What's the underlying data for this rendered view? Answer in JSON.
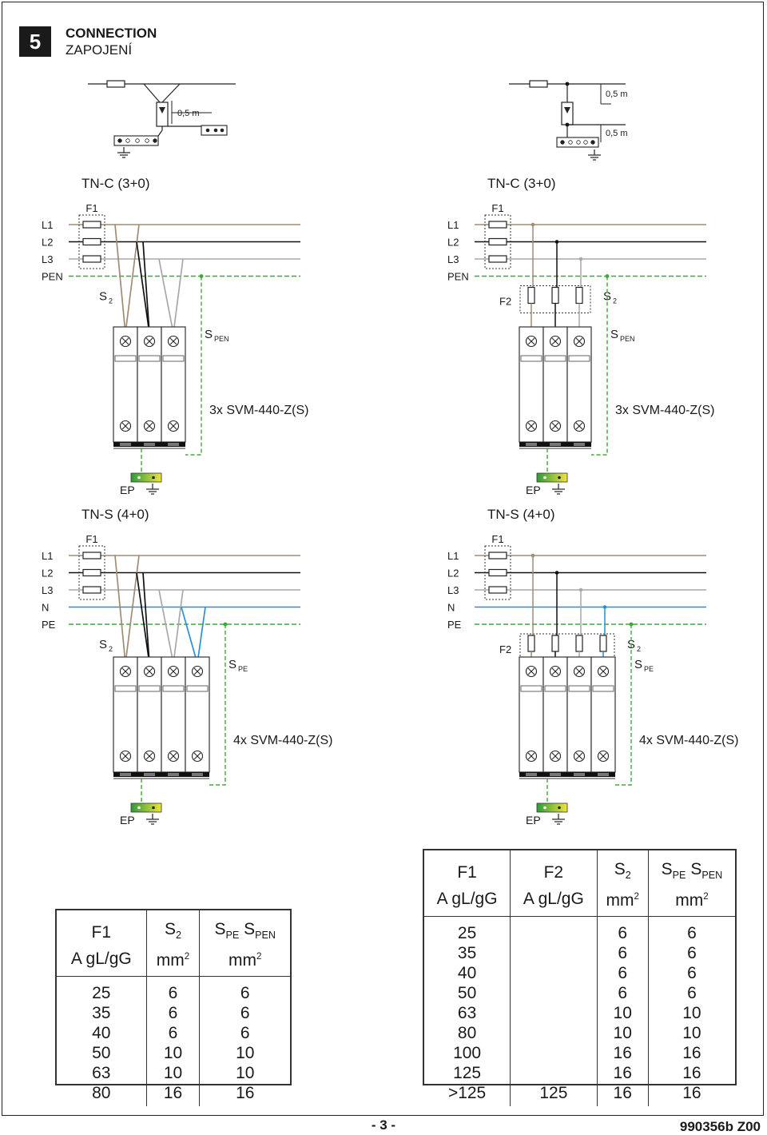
{
  "section": {
    "number": "5",
    "title_en": "CONNECTION",
    "title_cz": "ZAPOJENÍ"
  },
  "distance": "0,5 m",
  "diagrams": {
    "tnc_title": "TN-C (3+0)",
    "tns_title": "TN-S (4+0)",
    "lines_tnc": [
      "L1",
      "L2",
      "L3",
      "PEN"
    ],
    "lines_tns": [
      "L1",
      "L2",
      "L3",
      "N",
      "PE"
    ],
    "f1": "F1",
    "f2": "F2",
    "s2": "S",
    "s2_sub": "2",
    "s_main": "S",
    "spen_sub": "PEN",
    "spe_sub": "PE",
    "model_3x": "3x SVM-440-Z(S)",
    "model_4x": "4x SVM-440-Z(S)",
    "ep": "EP"
  },
  "table_left": {
    "h1": [
      "F1",
      "A gL/gG"
    ],
    "h2": [
      "S",
      "2",
      "mm",
      "2"
    ],
    "h3": [
      "S",
      "PE",
      "S",
      "PEN",
      "mm",
      "2"
    ],
    "rows": [
      [
        "25",
        "6",
        "6"
      ],
      [
        "35",
        "6",
        "6"
      ],
      [
        "40",
        "6",
        "6"
      ],
      [
        "50",
        "10",
        "10"
      ],
      [
        "63",
        "10",
        "10"
      ],
      [
        "80",
        "16",
        "16"
      ]
    ]
  },
  "table_right": {
    "h1": [
      "F1",
      "A gL/gG"
    ],
    "h2": [
      "F2",
      "A gL/gG"
    ],
    "h3": [
      "S",
      "2",
      "mm",
      "2"
    ],
    "h4": [
      "S",
      "PE",
      "S",
      "PEN",
      "mm",
      "2"
    ],
    "rows": [
      [
        "25",
        "",
        "6",
        "6"
      ],
      [
        "35",
        "",
        "6",
        "6"
      ],
      [
        "40",
        "",
        "6",
        "6"
      ],
      [
        "50",
        "",
        "6",
        "6"
      ],
      [
        "63",
        "",
        "10",
        "10"
      ],
      [
        "80",
        "",
        "10",
        "10"
      ],
      [
        "100",
        "",
        "16",
        "16"
      ],
      [
        "125",
        "",
        "16",
        "16"
      ],
      [
        ">125",
        "125",
        "16",
        "16"
      ]
    ]
  },
  "footer": {
    "page": "- 3 -",
    "doc": "990356b Z00"
  },
  "colors": {
    "L1": "#a08c74",
    "L2": "#111111",
    "L3": "#a8a8a8",
    "N": "#2a8fd6",
    "PE": "#3ea83a"
  }
}
